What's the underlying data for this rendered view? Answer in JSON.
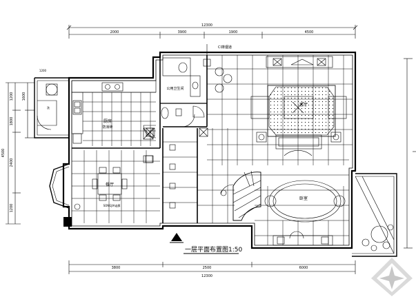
{
  "plan": {
    "title": "一层平面布置图1:50",
    "rooms": {
      "kitchen": "厨房",
      "kitchen_floor": "防滑砖",
      "restaurant": "餐厅",
      "public_toilet": "公用卫生间",
      "living": "客厅",
      "bedroom": "卧室",
      "exhaust_label": "CI排烟道",
      "corridor_label": "SONGJIA走廊"
    },
    "dimensions": {
      "top_total": "12300",
      "top_segments": [
        "2000",
        "3900",
        "1900",
        "4500"
      ],
      "bottom_total": "12300",
      "bottom_segments": [
        "3800",
        "2500",
        "6000"
      ],
      "left_total": "4500",
      "left_segments": [
        "1200",
        "1800",
        "2400",
        "1200"
      ],
      "left_small": "1600"
    },
    "watermark": "logo"
  }
}
